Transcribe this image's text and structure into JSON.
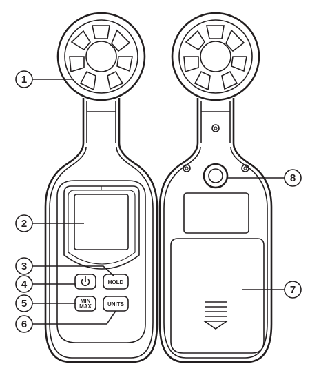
{
  "callouts": {
    "c1": "1",
    "c2": "2",
    "c3": "3",
    "c4": "4",
    "c5": "5",
    "c6": "6",
    "c7": "7",
    "c8": "8"
  },
  "buttons": {
    "hold": "HOLD",
    "min": "MIN",
    "max": "MAX",
    "units": "UNITS",
    "power_icon": "power-icon"
  },
  "colors": {
    "line": "#231f20",
    "background": "#ffffff"
  }
}
